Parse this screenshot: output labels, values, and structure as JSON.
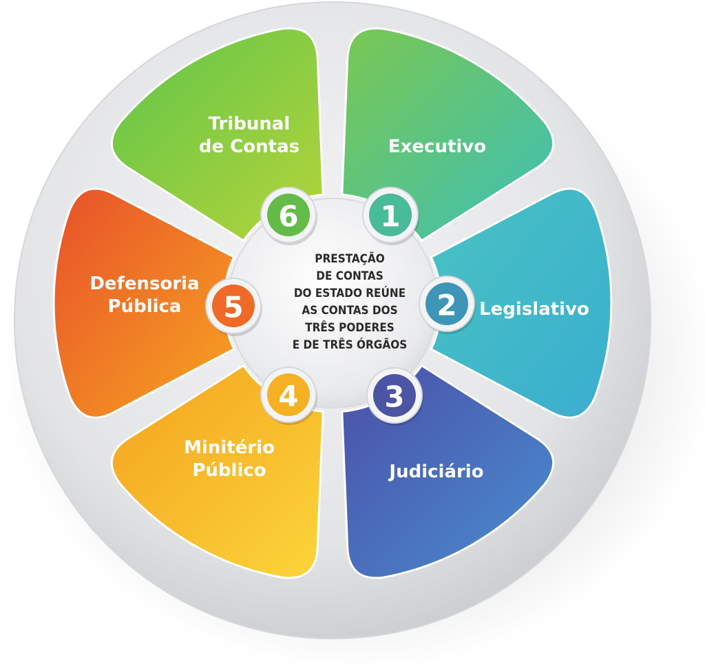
{
  "center": {
    "lines": [
      "PRESTAÇÃO",
      "DE CONTAS",
      "DO ESTADO REÚNE",
      "AS CONTAS DOS",
      "TRÊS PODERES",
      "E DE TRÊS ÓRGÃOS"
    ]
  },
  "segments": [
    {
      "number": "1",
      "lines": [
        "Executivo"
      ],
      "color_start": "#7ac850",
      "color_end": "#3dbfb8",
      "badge_color": "#49bb96"
    },
    {
      "number": "2",
      "lines": [
        "Legislativo"
      ],
      "color_start": "#49c2c2",
      "color_end": "#3aaed0",
      "badge_color": "#3f95b8"
    },
    {
      "number": "3",
      "lines": [
        "Judiciário"
      ],
      "color_start": "#4b4fa8",
      "color_end": "#4a8ed0",
      "badge_color": "#4c54a4"
    },
    {
      "number": "4",
      "lines": [
        "Minitério",
        "Público"
      ],
      "color_start": "#f3a21f",
      "color_end": "#fcd53a",
      "badge_color": "#f6b024"
    },
    {
      "number": "5",
      "lines": [
        "Defensoria",
        "Pública"
      ],
      "color_start": "#e8502a",
      "color_end": "#f7a521",
      "badge_color": "#ef6a26"
    },
    {
      "number": "6",
      "lines": [
        "Tribunal",
        "de Contas"
      ],
      "color_start": "#5fc54a",
      "color_end": "#b6d43a",
      "badge_color": "#64bb47"
    }
  ]
}
